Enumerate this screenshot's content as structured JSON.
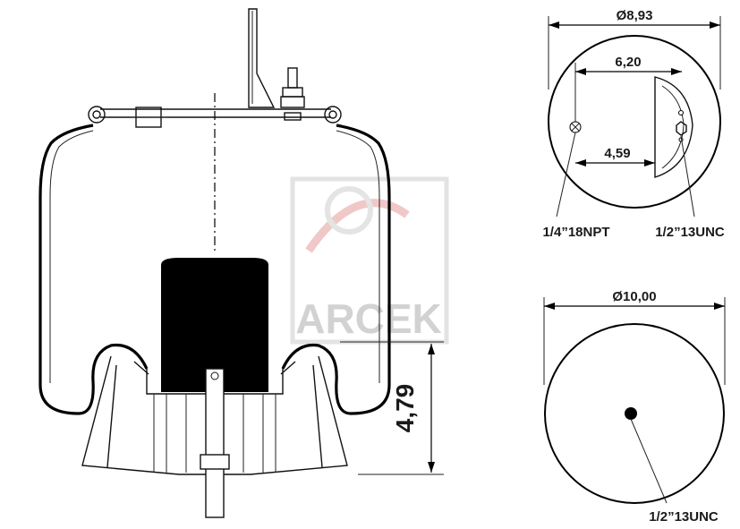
{
  "watermark": {
    "text": "ARCEK"
  },
  "side_view": {
    "height_dim": "4,79"
  },
  "top_view": {
    "outer_diameter": "Ø8,93",
    "hole_spacing": "6,20",
    "offset": "4,59",
    "port_label": "1/4”18NPT",
    "stud_label": "1/2”13UNC"
  },
  "bottom_view": {
    "outer_diameter": "Ø10,00",
    "stud_label": "1/2”13UNC"
  }
}
